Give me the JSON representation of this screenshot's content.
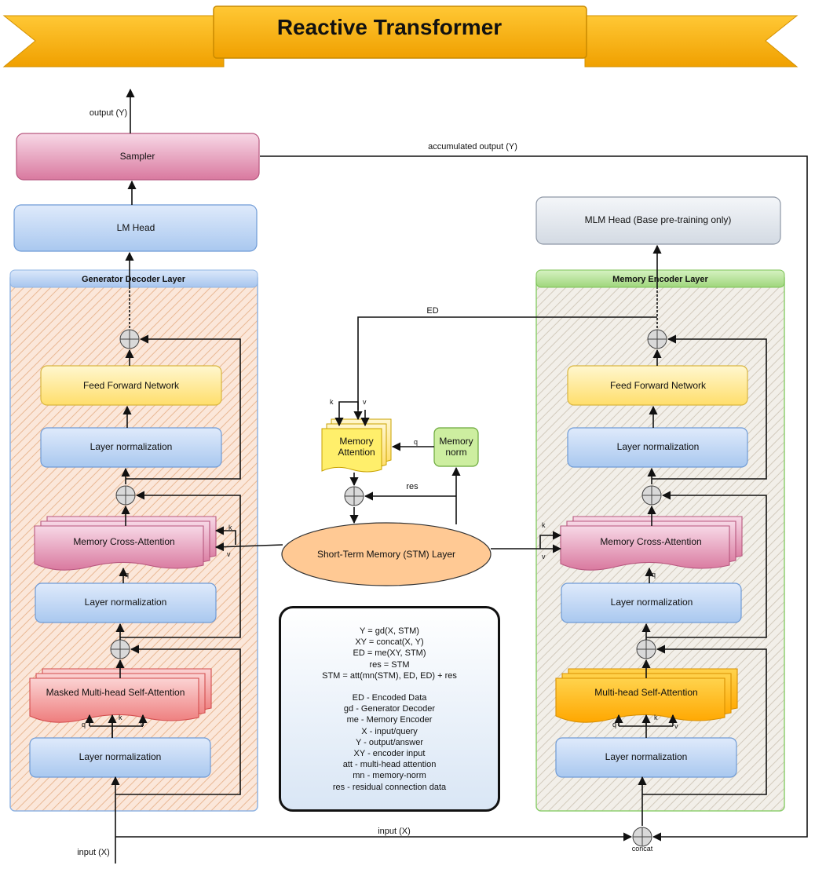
{
  "title": "Reactive Transformer",
  "generator": {
    "panel_title": "Generator Decoder Layer",
    "sampler": "Sampler",
    "lm_head": "LM Head",
    "ffn": "Feed Forward Network",
    "norm_top": "Layer normalization",
    "cross_attention": "Memory Cross-Attention",
    "norm_mid": "Layer normalization",
    "self_attention": "Masked Multi-head Self-Attention",
    "norm_bottom": "Layer normalization"
  },
  "encoder": {
    "panel_title": "Memory Encoder Layer",
    "mlm_head": "MLM Head (Base pre-training only)",
    "ffn": "Feed Forward Network",
    "norm_top": "Layer normalization",
    "cross_attention": "Memory Cross-Attention",
    "norm_mid": "Layer normalization",
    "self_attention": "Multi-head Self-Attention",
    "norm_bottom": "Layer normalization"
  },
  "memory": {
    "attention_line1": "Memory",
    "attention_line2": "Attention",
    "norm_line1": "Memory",
    "norm_line2": "norm",
    "stm": "Short-Term Memory (STM) Layer"
  },
  "labels": {
    "output": "output (Y)",
    "accumulated_output": "accumulated output (Y)",
    "input_x": "input (X)",
    "input_x_bottom": "input (X)",
    "ed": "ED",
    "res": "res",
    "concat": "concat",
    "q": "q",
    "k": "k",
    "v": "v"
  },
  "legend": {
    "equations": [
      "Y = gd(X, STM)",
      "XY = concat(X, Y)",
      "ED = me(XY, STM)",
      "res = STM",
      "STM = att(mn(STM), ED, ED) + res"
    ],
    "definitions": [
      "ED - Encoded Data",
      "gd - Generator Decoder",
      "me - Memory Encoder",
      "X - input/query",
      "Y - output/answer",
      "XY - encoder input",
      "att - multi-head attention",
      "mn - memory-norm",
      "res - residual connection data"
    ]
  },
  "colors": {
    "banner": "#f7b21b",
    "blue_box": "#c6dbf6",
    "yellow_box": "#fff0a8",
    "pink_box": "#e6a0c0",
    "red_box": "#f4a6a6",
    "orange_box": "#ffb300",
    "green_box": "#d5f0b0",
    "ellipse": "#ffcc99",
    "generator_panel": "#f7d9c6",
    "encoder_panel": "#e8e4dc"
  }
}
